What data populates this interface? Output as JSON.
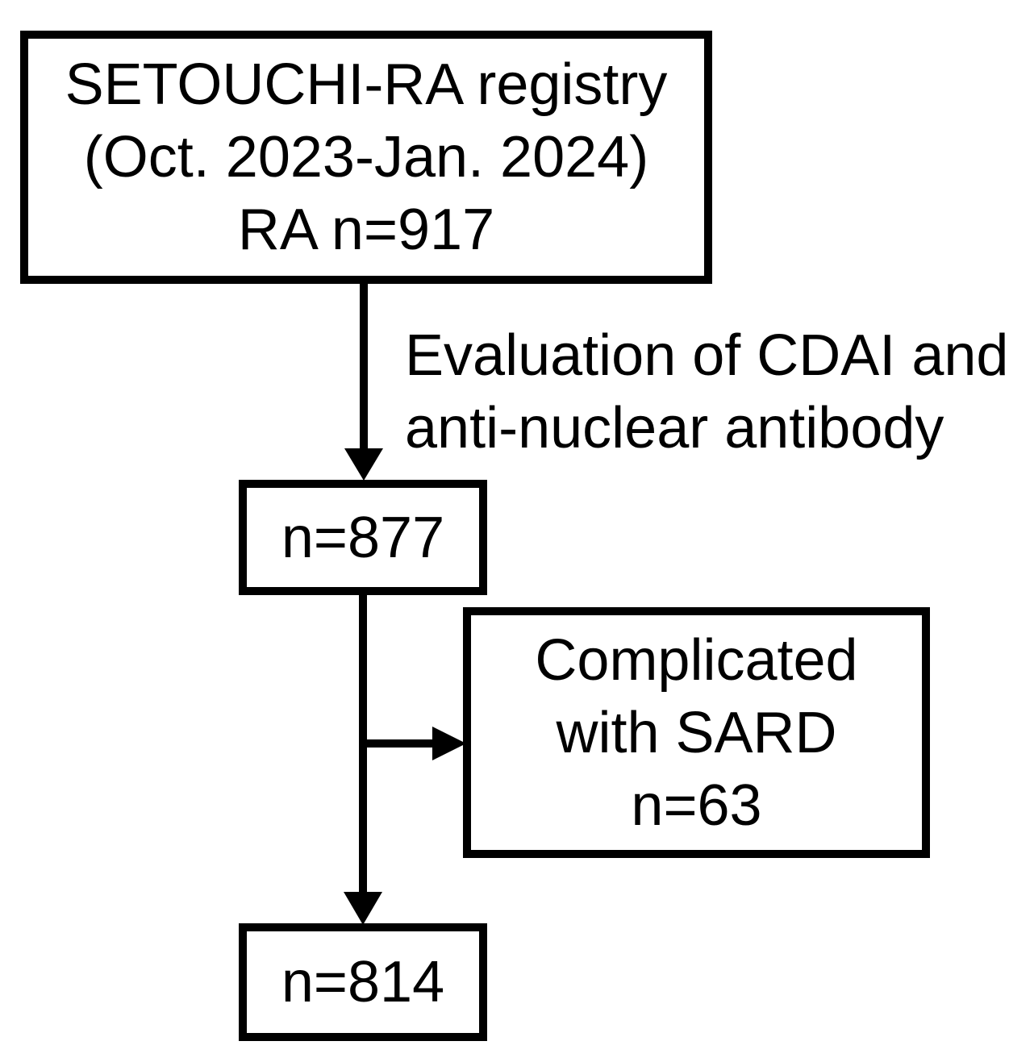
{
  "flowchart": {
    "background_color": "#ffffff",
    "line_color": "#000000",
    "nodes": [
      {
        "id": "registry",
        "lines": [
          "SETOUCHI-RA registry",
          "(Oct. 2023-Jan. 2024)",
          "RA n=917"
        ]
      },
      {
        "id": "evaluated",
        "lines": [
          "n=877"
        ]
      },
      {
        "id": "sard",
        "lines": [
          "Complicated",
          "with SARD",
          "n=63"
        ]
      },
      {
        "id": "final",
        "lines": [
          "n=814"
        ]
      }
    ],
    "edge_label": {
      "lines": [
        "Evaluation of CDAI and",
        "anti-nuclear antibody"
      ]
    }
  }
}
